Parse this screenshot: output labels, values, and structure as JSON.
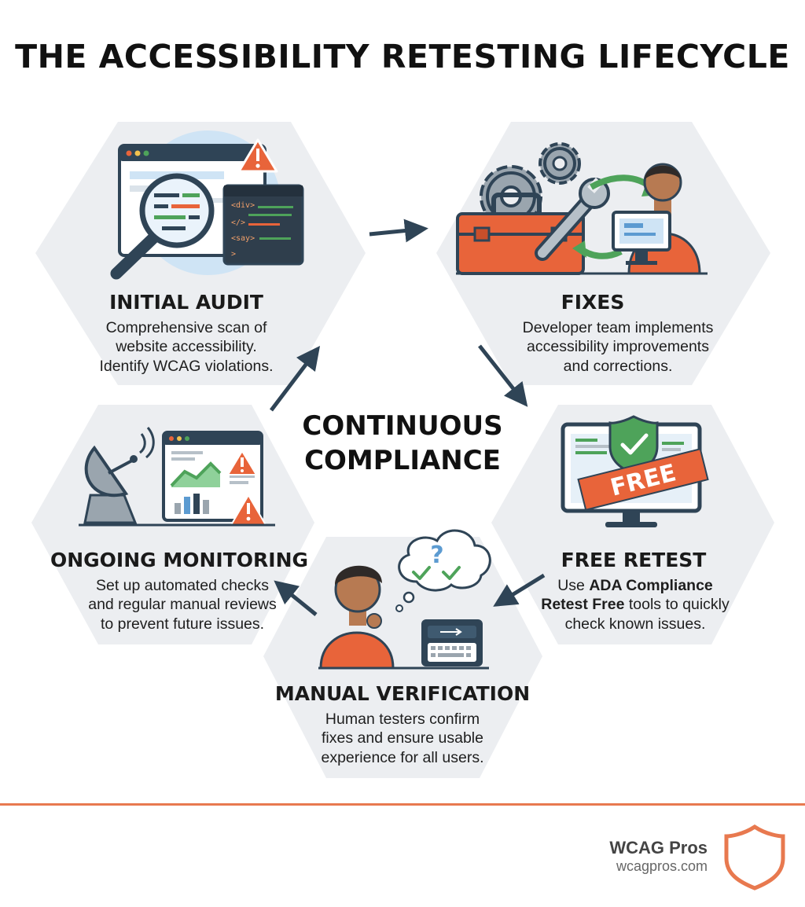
{
  "title": "THE ACCESSIBILITY RETESTING LIFECYCLE",
  "center": {
    "line1": "CONTINUOUS",
    "line2": "COMPLIANCE"
  },
  "stages": {
    "initial_audit": {
      "heading": "INITIAL AUDIT",
      "lines": [
        "Comprehensive scan of",
        "website accessibility.",
        "Identify WCAG violations."
      ],
      "code_lines": [
        "<div>",
        "</>",
        "<say>",
        ">"
      ]
    },
    "fixes": {
      "heading": "FIXES",
      "lines": [
        "Developer team implements",
        "accessibility improvements",
        "and corrections."
      ]
    },
    "free_retest": {
      "heading": "FREE RETEST",
      "line1_pre": "Use ",
      "line1_bold": "ADA Compliance",
      "line2_bold": "Retest Free",
      "line2_post": " tools to quickly",
      "line3": "check known issues.",
      "banner": "FREE"
    },
    "manual_verification": {
      "heading": "MANUAL VERIFICATION",
      "lines": [
        "Human testers confirm",
        "fixes and ensure usable",
        "experience for all users."
      ],
      "thought_mark": "?"
    },
    "ongoing_monitoring": {
      "heading": "ONGOING MONITORING",
      "lines": [
        "Set up automated checks",
        "and regular manual reviews",
        "to prevent future issues."
      ]
    }
  },
  "brand": {
    "name": "WCAG Pros",
    "url": "wcagpros.com"
  },
  "colors": {
    "orange": "#e8643a",
    "navy": "#2f4456",
    "green": "#4ea35a",
    "hex_bg": "#eceef1",
    "light_blue": "#cfe4f5",
    "footer": "#e8794f"
  }
}
